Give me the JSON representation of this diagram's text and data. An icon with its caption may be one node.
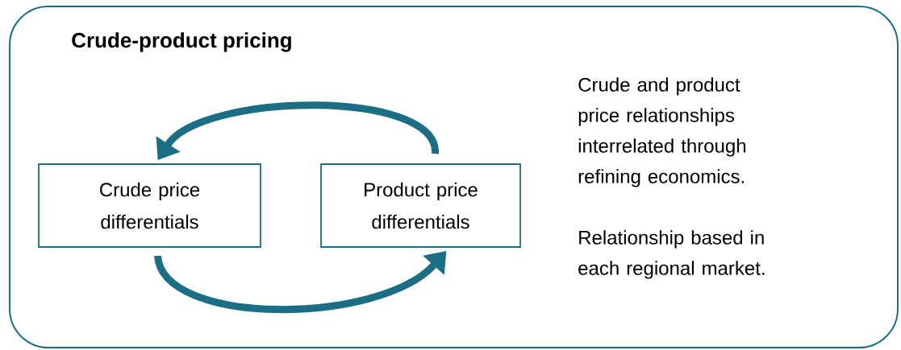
{
  "diagram": {
    "nodes": [
      {
        "text": [
          "Crude-product pricing",
          "Crude and product price relationships interrelated through refining economics.",
          "Relationship based in each regional market."
        ]
      },
      {
        "text": [
          "Crude price differentials"
        ],
        "in": 0
      },
      {
        "text": [
          "Product price differentials"
        ],
        "in": 0
      }
    ],
    "edges": [
      {
        "from": 2,
        "to": 1,
        "arrow": "to"
      },
      {
        "from": 1,
        "to": 2,
        "arrow": "to"
      }
    ]
  }
}
